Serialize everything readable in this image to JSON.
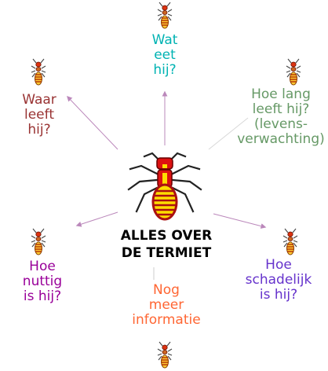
{
  "center": {
    "title": "ALLES OVER\nDE TERMIET",
    "icon": "termite-icon"
  },
  "nodes": [
    {
      "id": "wat-eet-hij",
      "label": "Wat\neet\nhij?",
      "color": "#00b3b3"
    },
    {
      "id": "waar-leeft-hij",
      "label": "Waar\nleeft\nhij?",
      "color": "#993333"
    },
    {
      "id": "hoe-lang-leeft-hij",
      "label": "Hoe lang\nleeft hij?\n(levens-\nverwachting)",
      "color": "#669966"
    },
    {
      "id": "hoe-nuttig-is-hij",
      "label": "Hoe\nnuttig\nis hij?",
      "color": "#990099"
    },
    {
      "id": "hoe-schadelijk-is-hij",
      "label": "Hoe\nschadelijk\nis hij?",
      "color": "#6633cc"
    },
    {
      "id": "nog-meer-informatie",
      "label": "Nog\nmeer\ninformatie",
      "color": "#ff6633"
    }
  ],
  "colors": {
    "termite_body": "#ffdd00",
    "termite_outline": "#aa1111",
    "termite_head": "#dd1111",
    "termite_legs": "#333333",
    "arrow": "#bb88bb"
  }
}
